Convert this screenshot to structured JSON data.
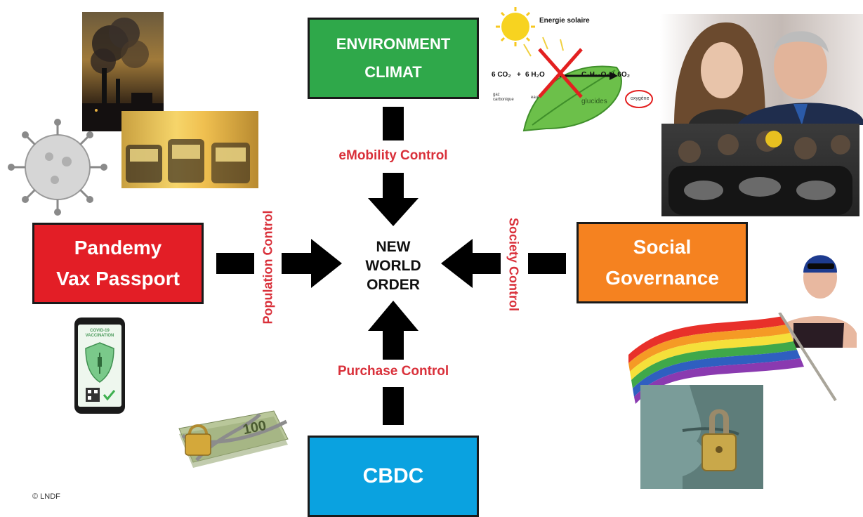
{
  "boxes": {
    "environment": {
      "line1": "ENVIRONMENT",
      "line2": "CLIMAT",
      "color": "#2fa84a"
    },
    "pandemy": {
      "line1": "Pandemy",
      "line2": "Vax Passport",
      "color": "#e31e26"
    },
    "social": {
      "line1": "Social",
      "line2": "Governance",
      "color": "#f58220"
    },
    "cbdc": {
      "line1": "CBDC",
      "color": "#0aa2e0"
    }
  },
  "center": {
    "line1": "NEW",
    "line2": "WORLD",
    "line3": "ORDER"
  },
  "labels": {
    "emobility": "eMobility Control",
    "purchase": "Purchase Control",
    "population": "Population Control",
    "society": "Society Control"
  },
  "photosynthesis": {
    "title": "Energie solaire",
    "co2": "6 CO₂",
    "plus1": "+",
    "h2o": "6 H₂O",
    "product": "C₆H₁₂O₆ + 6O₂",
    "gas_label": "gaz carbonique",
    "water_label": "eau",
    "sugar_label": "glucides",
    "oxygen_label": "oxygène"
  },
  "phone": {
    "cert_title": "COVID-19 VACCINATION"
  },
  "banknote": {
    "value": "100"
  },
  "copyright": "© LNDF",
  "accent_label_color": "#d9303a"
}
